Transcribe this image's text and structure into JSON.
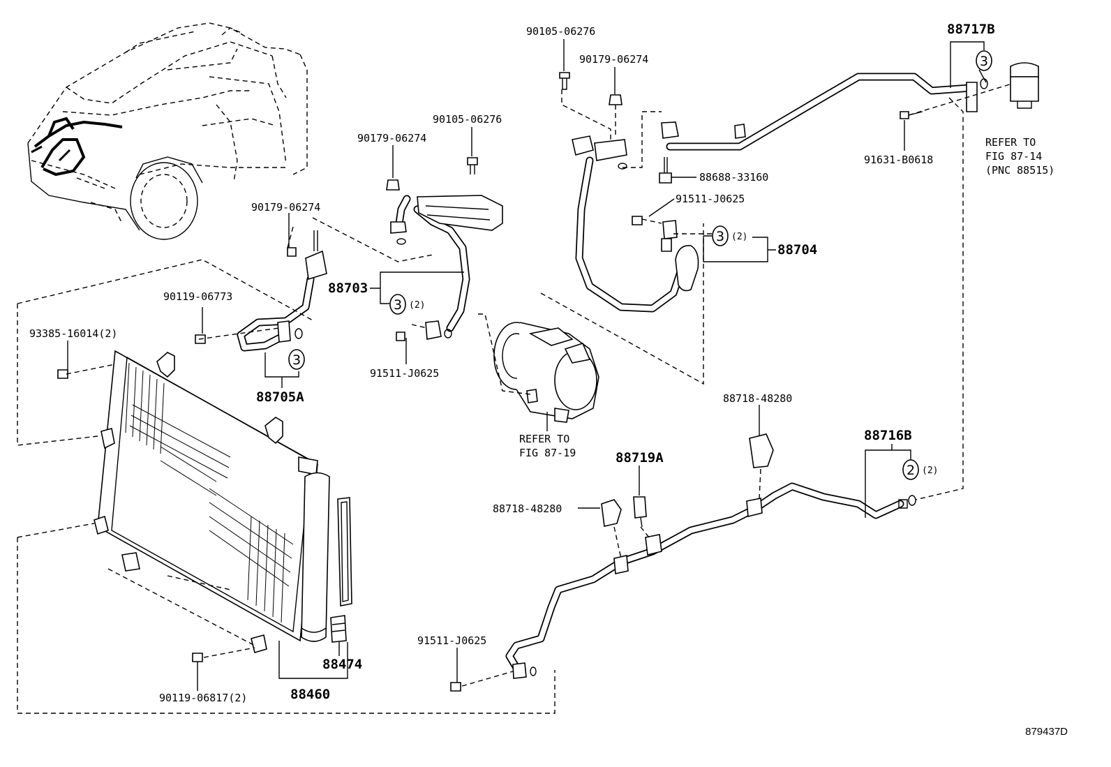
{
  "figure_id": "879437D",
  "part_labels": {
    "p_90105_06276_top": "90105-06276",
    "p_90179_06274_top": "90179-06274",
    "p_88717b": "88717B",
    "p_90105_06276_mid": "90105-06276",
    "p_90179_06274_mid": "90179-06274",
    "p_88688_33160": "88688-33160",
    "p_91631_b0618": "91631-B0618",
    "p_90179_06274_left": "90179-06274",
    "p_91511_j0625_upper": "91511-J0625",
    "p_88704": "88704",
    "p_88703": "88703",
    "p_90119_06773": "90119-06773",
    "p_93385_16014": "93385-16014(2)",
    "p_91511_j0625_mid": "91511-J0625",
    "p_88705a": "88705A",
    "p_88718_48280_right": "88718-48280",
    "p_88716b": "88716B",
    "p_88719a": "88719A",
    "p_88718_48280_left": "88718-48280",
    "p_91511_j0625_low": "91511-J0625",
    "p_88474": "88474",
    "p_88460": "88460",
    "p_90119_06817": "90119-06817(2)"
  },
  "refer_notes": {
    "expansion_valve": [
      "REFER TO",
      "FIG 87-14",
      "(PNC 88515)"
    ],
    "compressor": [
      "REFER TO",
      "FIG 87-19"
    ]
  },
  "callouts": {
    "c_88717b": {
      "number": "3",
      "qty": ""
    },
    "c_88704": {
      "number": "3",
      "qty": "(2)"
    },
    "c_88703": {
      "number": "3",
      "qty": "(2)"
    },
    "c_88705a": {
      "number": "3",
      "qty": ""
    },
    "c_88716b": {
      "number": "2",
      "qty": "(2)"
    }
  }
}
